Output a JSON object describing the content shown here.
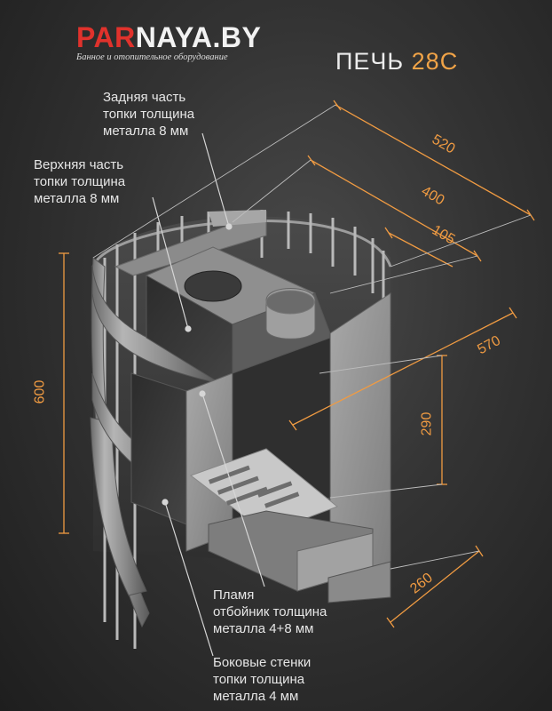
{
  "logo": {
    "name_red": "PAR",
    "name_white": "NAYA.BY",
    "tagline": "Банное и отопительное оборудование"
  },
  "title": {
    "prefix": "ПЕЧЬ",
    "model": "28С"
  },
  "notes": {
    "back": [
      "Задняя часть",
      "топки толщина",
      "металла 8 мм"
    ],
    "top": [
      "Верхняя часть",
      "топки толщина",
      "металла 8 мм"
    ],
    "flame": [
      "Пламя",
      "отбойник толщина",
      "металла 4+8 мм"
    ],
    "sides": [
      "Боковые стенки",
      "топки толщина",
      "металла 4 мм"
    ]
  },
  "dimensions": {
    "d520": "520",
    "d400": "400",
    "d105": "105",
    "d570": "570",
    "d600": "600",
    "d290": "290",
    "d260": "260"
  },
  "colors": {
    "accent": "#f09b42",
    "logo_red": "#e0322c",
    "text": "#e6e6e6",
    "metal_dark": "#3c3c3c",
    "metal_light": "#9a9a9a"
  }
}
